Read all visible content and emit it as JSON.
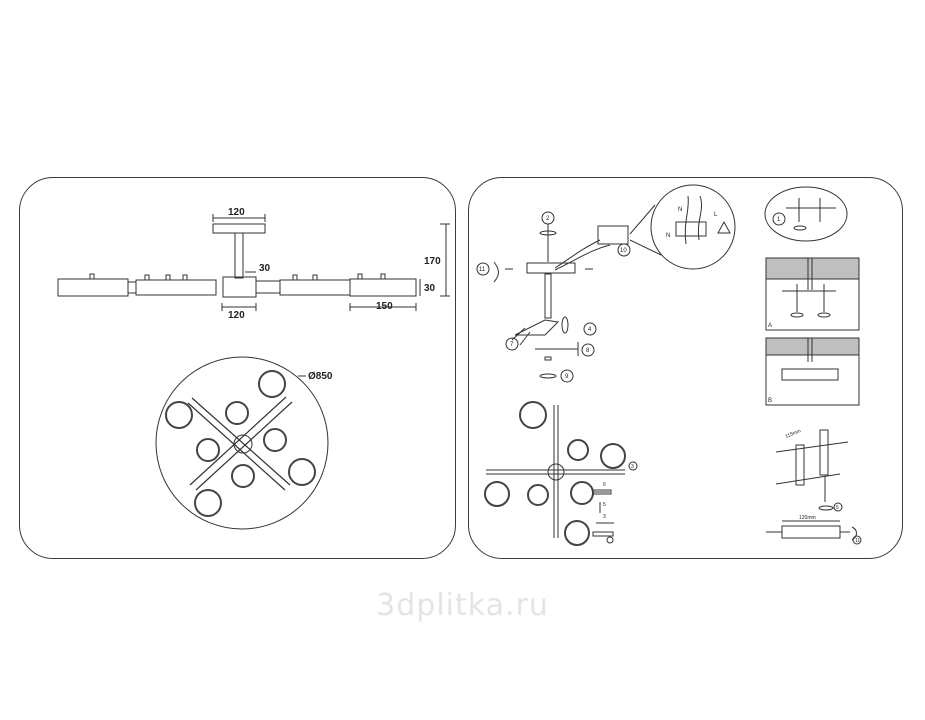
{
  "left_panel": {
    "dims": {
      "canopy_width": "120",
      "height_total": "170",
      "center_block": "30",
      "arm_height": "30",
      "center_width": "120",
      "arm_length": "150",
      "diameter": "Ø850"
    }
  },
  "right_panel": {
    "steps": [
      "2",
      "11",
      "10",
      "4",
      "7",
      "8",
      "9"
    ],
    "wiring": {
      "neutral": "N",
      "live": "L"
    },
    "inset_steps": {
      "one": "1",
      "a": "A",
      "b": "B"
    },
    "bottom_steps": [
      "3",
      "6",
      "5",
      "3"
    ],
    "mount": {
      "spacing": "115mm",
      "plate_width": "120mm",
      "step_5": "5",
      "step_11": "11"
    }
  },
  "watermark": "3dplitka.ru"
}
